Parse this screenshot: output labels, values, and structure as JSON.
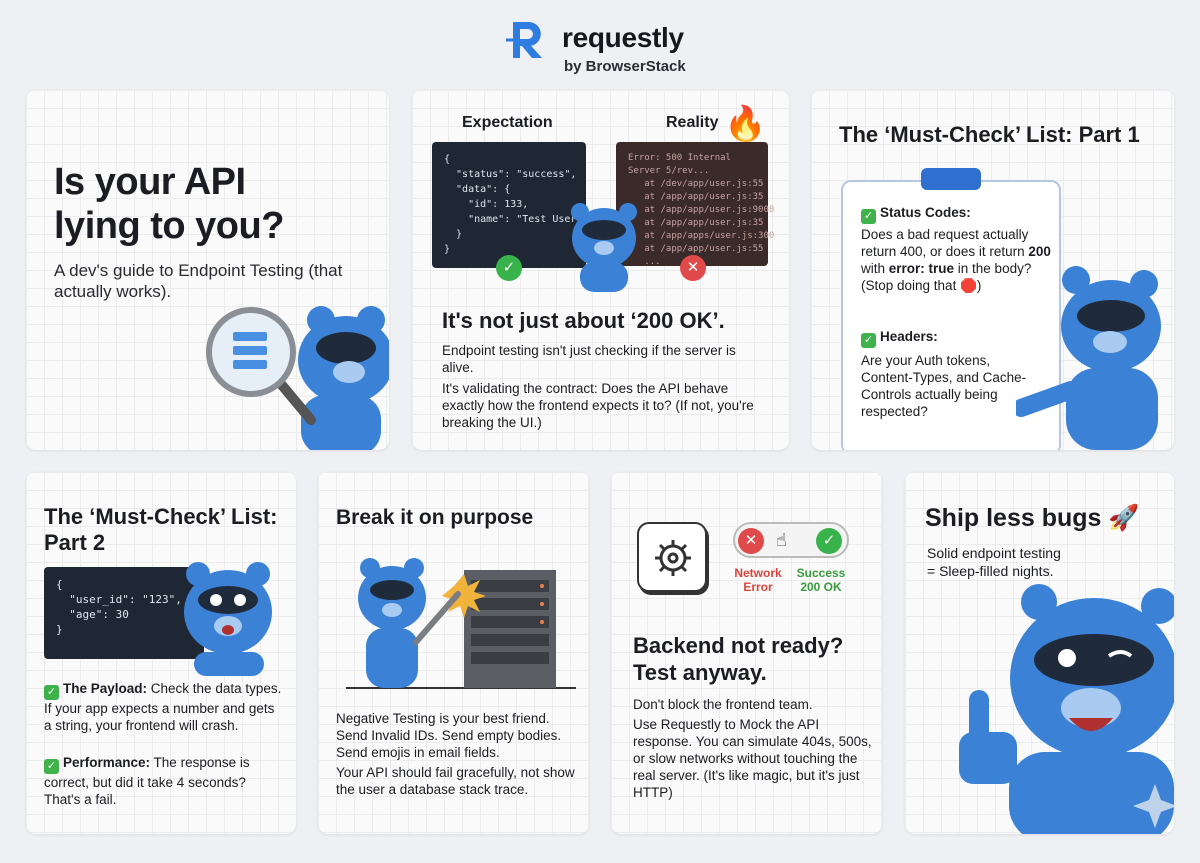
{
  "header": {
    "brand": "requestly",
    "sub": "by BrowserStack",
    "brand_color": "#2f7de1"
  },
  "card1": {
    "title_line1": "Is your API",
    "title_line2": "lying to you?",
    "subtitle": "A dev's guide to Endpoint Testing (that actually works)."
  },
  "card2": {
    "label_expectation": "Expectation",
    "label_reality": "Reality",
    "code_expect": "{\n  \"status\": \"success\",\n  \"data\": {\n    \"id\": 133,\n    \"name\": \"Test User\"\n  }\n}",
    "code_reality": "Error: 500 Internal\nServer 5/rev...\n   at /dev/app/user.js:55\n   at /app/app/user.js:35\n   at /app/app/user.js:9008\n   at /app/app/user.js:35\n   at /app/apps/user.js:300\n   at /app/app/user.js:55\n   ...",
    "headline": "It's not just about ‘200 OK’.",
    "body1": "Endpoint testing isn't just checking if the server is alive.",
    "body2": "It's validating the contract: Does the API behave exactly how the frontend expects it to? (If not, you're breaking the UI.)"
  },
  "card3": {
    "title": "The ‘Must-Check’ List: Part 1",
    "item1_title": "Status Codes:",
    "item1_body_a": "Does a bad request actually return 400, or does it return ",
    "item1_bold": "200",
    "item1_body_b": " with ",
    "item1_bold2": "error: true",
    "item1_body_c": " in the body?",
    "item1_note": "(Stop doing that 🛑)",
    "item2_title": "Headers:",
    "item2_body": "Are your Auth tokens, Content-Types, and Cache-Controls actually being respected?"
  },
  "card4": {
    "title": "The ‘Must-Check’ List: Part 2",
    "code": "{\n  \"user_id\": \"123\",\n  \"age\": 30\n}",
    "item1_title": "The Payload:",
    "item1_body": " Check the data types. If your app expects a number and gets a string, your frontend will crash.",
    "item2_title": "Performance:",
    "item2_body": " The response is correct, but did it take 4 seconds? That's a fail."
  },
  "card5": {
    "title": "Break it on purpose",
    "body1": "Negative Testing is your best friend. Send Invalid IDs. Send empty bodies. Send emojis in email fields.",
    "body2": "Your API should fail gracefully, not show the user a database stack trace."
  },
  "card6": {
    "toggle_left": "Network Error",
    "toggle_right": "Success 200 OK",
    "title": "Backend not ready? Test anyway.",
    "body1": "Don't block the frontend team.",
    "body2": "Use Requestly to Mock the API response. You can simulate 404s, 500s, or slow networks without touching the real server. (It's like magic, but it's just HTTP)"
  },
  "card7": {
    "title": "Ship less bugs 🚀",
    "line1": "Solid endpoint testing",
    "line2": "= Sleep-filled nights."
  },
  "colors": {
    "bear_blue": "#3b82d6",
    "bear_dark": "#1f2a3a",
    "ok_green": "#38b24a",
    "err_red": "#e04a4a",
    "error_text": "#d9453b",
    "success_text": "#3b9b3e"
  }
}
